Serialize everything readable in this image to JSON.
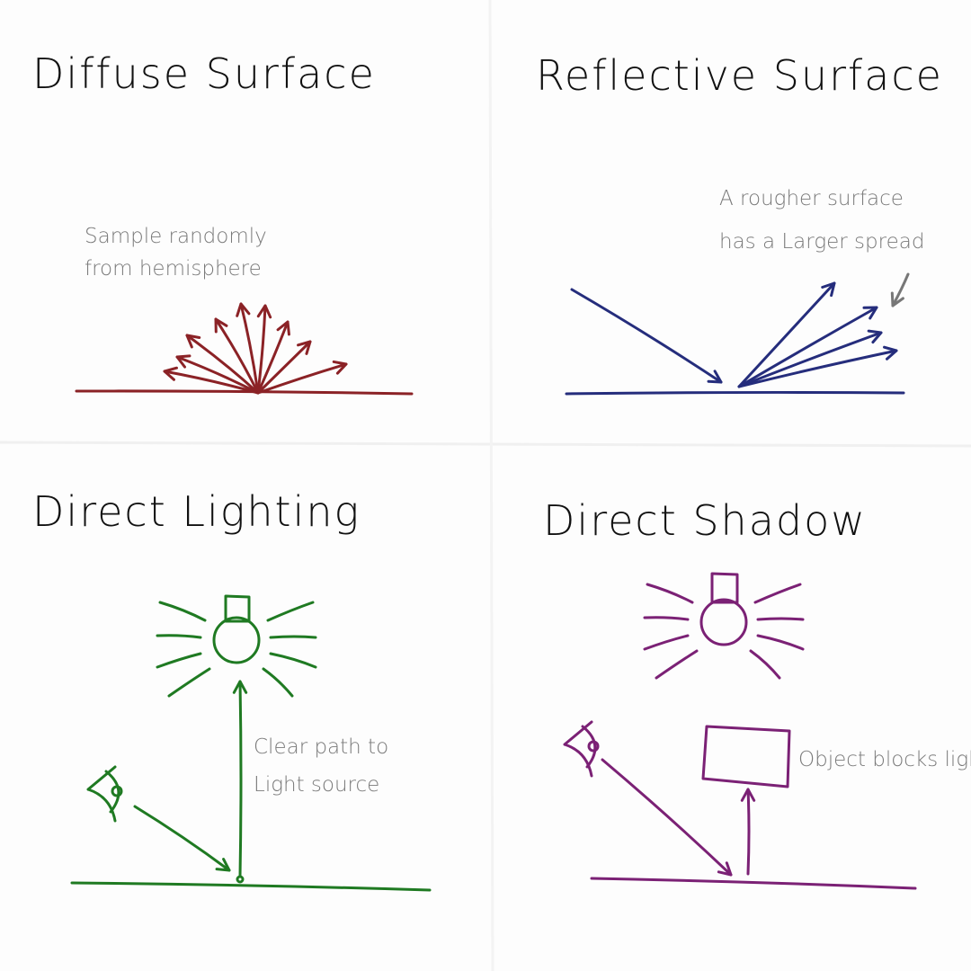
{
  "panels": [
    {
      "title": "Diffuse Surface",
      "notes": [
        "Sample randomly",
        "from hemisphere"
      ],
      "color": "#8b2226"
    },
    {
      "title": "Reflective Surface",
      "notes": [
        "A rougher surface",
        "has a Larger spread"
      ],
      "color": "#252d7c"
    },
    {
      "title": "Direct Lighting",
      "notes": [
        "Clear path to",
        "Light source"
      ],
      "color": "#1f7a22"
    },
    {
      "title": "Direct Shadow",
      "notes": [
        "Object blocks light"
      ],
      "color": "#7b2175"
    }
  ]
}
